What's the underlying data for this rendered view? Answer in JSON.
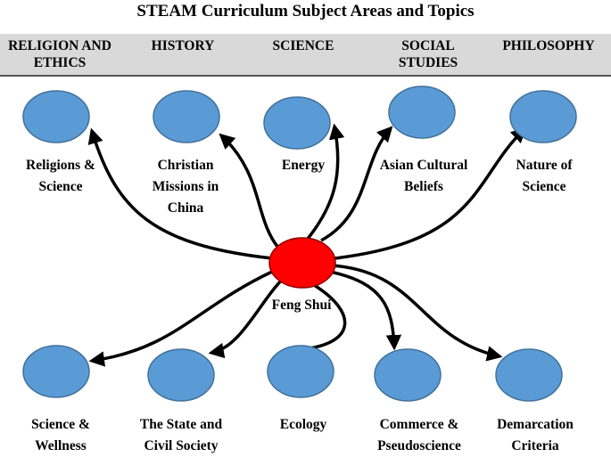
{
  "title": "STEAM Curriculum Subject Areas and Topics",
  "subject_areas": [
    {
      "label": "RELIGION\nAND ETHICS"
    },
    {
      "label": "HISTORY"
    },
    {
      "label": "SCIENCE"
    },
    {
      "label": "SOCIAL\nSTUDIES"
    },
    {
      "label": "PHILOSOPHY"
    }
  ],
  "center": {
    "label": "Feng Shui",
    "color": "#ff0000"
  },
  "top_topics": [
    {
      "label": "Religions &\nScience"
    },
    {
      "label": "Christian\nMissions in\nChina"
    },
    {
      "label": "Energy"
    },
    {
      "label": "Asian Cultural\nBeliefs"
    },
    {
      "label": "Nature of\nScience"
    }
  ],
  "bottom_topics": [
    {
      "label": "Science &\nWellness"
    },
    {
      "label": "The State and\nCivil Society"
    },
    {
      "label": "Ecology"
    },
    {
      "label": "Commerce &\nPseudoscience"
    },
    {
      "label": "Demarcation\nCriteria"
    }
  ],
  "colors": {
    "topic_node": "#5b9bd5",
    "topic_stroke": "#41719c",
    "header_band": "#d9d9d9"
  }
}
